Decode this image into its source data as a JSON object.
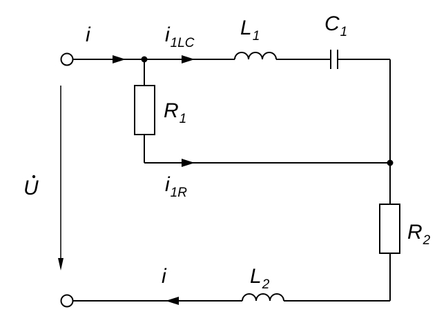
{
  "labels": {
    "i_in": {
      "main": "i",
      "sub": ""
    },
    "i_1lc": {
      "main": "i",
      "sub": "1LC"
    },
    "l1": {
      "main": "L",
      "sub": "1"
    },
    "c1": {
      "main": "C",
      "sub": "1"
    },
    "r1": {
      "main": "R",
      "sub": "1"
    },
    "i_1r": {
      "main": "i",
      "sub": "1R"
    },
    "u": {
      "main": "U",
      "sub": ""
    },
    "r2": {
      "main": "R",
      "sub": "2"
    },
    "i_out": {
      "main": "i",
      "sub": ""
    },
    "l2": {
      "main": "L",
      "sub": "2"
    }
  },
  "colors": {
    "line": "#000000",
    "background": "#ffffff"
  }
}
